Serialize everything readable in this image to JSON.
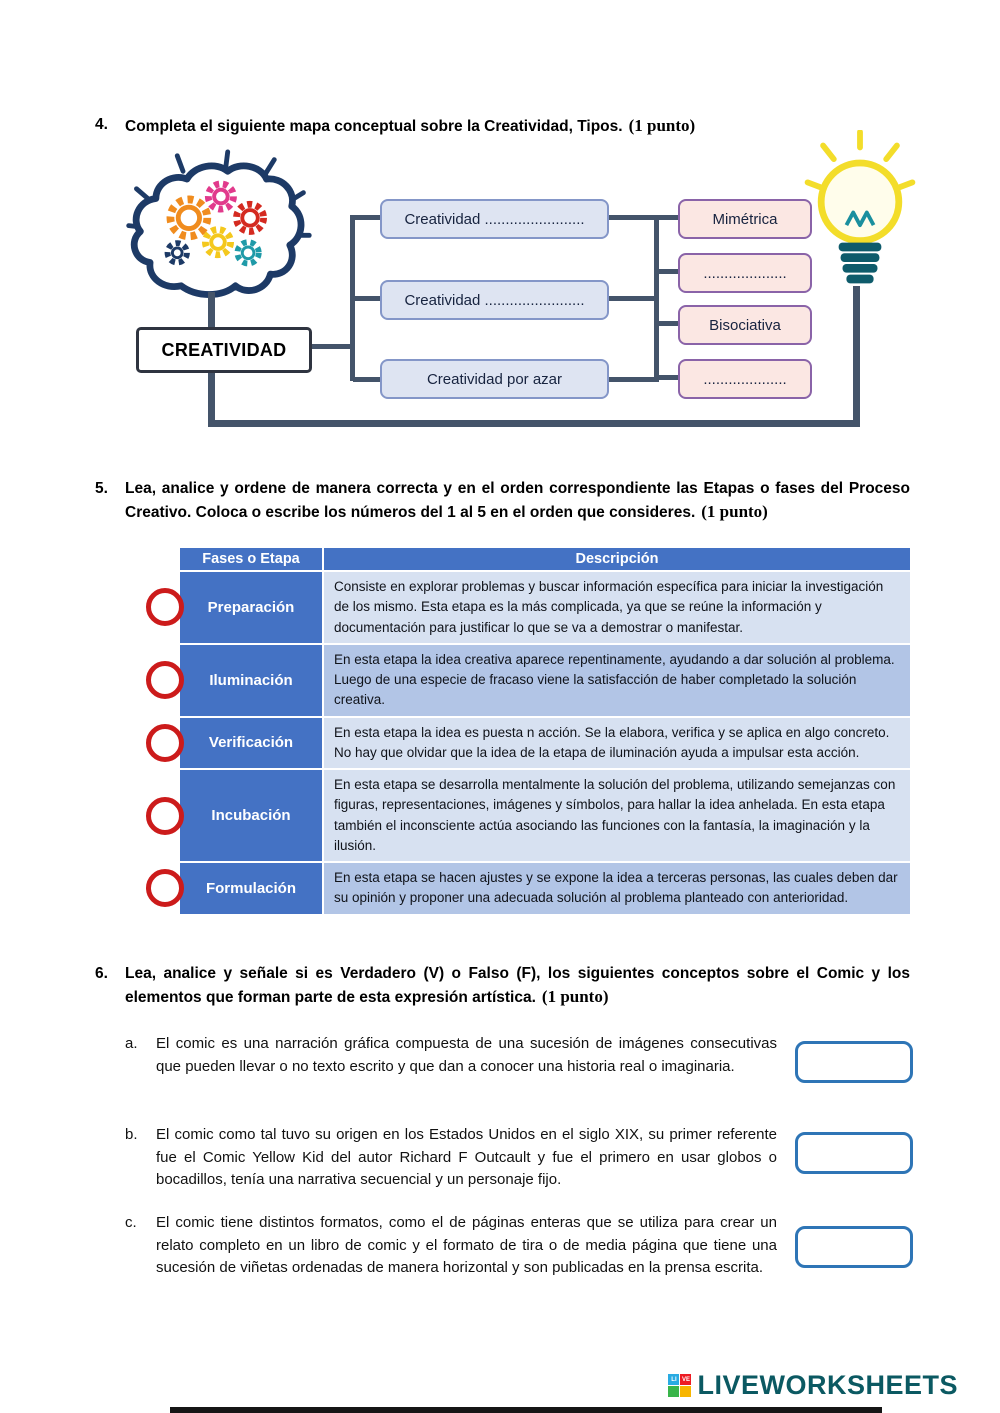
{
  "q4": {
    "number": "4.",
    "title": "Completa el siguiente mapa conceptual sobre la Creatividad, Tipos.",
    "points": "(1 punto)",
    "root_label": "CREATIVIDAD",
    "middle_nodes": [
      {
        "label": "Creatividad ........................"
      },
      {
        "label": "Creatividad ........................"
      },
      {
        "label": "Creatividad por azar"
      }
    ],
    "right_nodes": [
      {
        "label": "Mimétrica"
      },
      {
        "label": "...................."
      },
      {
        "label": "Bisociativa"
      },
      {
        "label": "...................."
      }
    ],
    "icons": {
      "left": "brain-gears-icon",
      "right": "lightbulb-icon"
    }
  },
  "q5": {
    "number": "5.",
    "title": "Lea, analice y ordene de manera correcta y en el orden correspondiente las Etapas o fases del Proceso Creativo. Coloca o escribe los números del 1 al 5 en el orden que consideres.",
    "points": "(1 punto)",
    "table": {
      "headers": [
        "Fases o Etapa",
        "Descripción"
      ],
      "rows": [
        {
          "phase": "Preparación",
          "description": "Consiste en explorar problemas y buscar información específica para iniciar la investigación de los mismo. Esta etapa es la más complicada, ya que se reúne la información y documentación para justificar lo que se va a demostrar o manifestar."
        },
        {
          "phase": "Iluminación",
          "description": "En esta etapa la idea creativa aparece repentinamente, ayudando a dar solución al problema. Luego de una especie de fracaso viene la satisfacción de haber completado la solución creativa."
        },
        {
          "phase": "Verificación",
          "description": "En esta etapa la idea es puesta n acción. Se la elabora, verifica y se aplica en algo concreto. No hay que olvidar que la idea de la etapa de iluminación ayuda a impulsar esta acción."
        },
        {
          "phase": "Incubación",
          "description": "En esta etapa se desarrolla mentalmente la solución del problema, utilizando semejanzas con figuras, representaciones, imágenes y símbolos, para hallar la idea anhelada. En esta etapa también el inconsciente actúa asociando las funciones con la fantasía, la imaginación y la ilusión."
        },
        {
          "phase": "Formulación",
          "description": "En esta etapa se hacen ajustes y se expone la idea a terceras personas, las cuales deben dar su opinión y proponer una adecuada solución al problema planteado con anterioridad."
        }
      ]
    }
  },
  "q6": {
    "number": "6.",
    "title": "Lea, analice y señale si es Verdadero (V) o Falso (F), los siguientes conceptos sobre el Comic y los elementos que forman parte de esta expresión artística.",
    "points": "(1 punto)",
    "items": [
      {
        "letter": "a.",
        "text": "El comic es una narración gráfica compuesta de una sucesión de imágenes consecutivas que pueden llevar o no texto escrito y que dan a conocer una historia real o imaginaria."
      },
      {
        "letter": "b.",
        "text": "El comic como tal tuvo su origen en los Estados Unidos en el siglo XIX, su primer referente fue el Comic Yellow Kid del autor Richard F Outcault y fue el primero en usar globos o bocadillos, tenía una narrativa secuencial y un personaje fijo."
      },
      {
        "letter": "c.",
        "text": "El comic tiene distintos formatos, como el de páginas enteras que se utiliza para crear un relato completo en un libro de comic y el formato de tira o de media página que tiene una sucesión de viñetas ordenadas de manera horizontal y son publicadas en la prensa escrita."
      }
    ]
  },
  "footer": {
    "brand": "LIVEWORKSHEETS",
    "logo_letters": [
      "LI",
      "VE"
    ]
  },
  "colors": {
    "table_header_bg": "#4472C4",
    "row_light": "#D7E1F1",
    "row_medium": "#B2C5E6",
    "circle_red": "#CC1B1B",
    "answer_box_border": "#2E75B6",
    "connector": "#44546A",
    "middle_node_fill": "#DEE4F2",
    "middle_node_border": "#8496C8",
    "right_node_fill": "#FBE7E3",
    "right_node_border": "#8A63A8",
    "brand_teal": "#0B5962"
  }
}
